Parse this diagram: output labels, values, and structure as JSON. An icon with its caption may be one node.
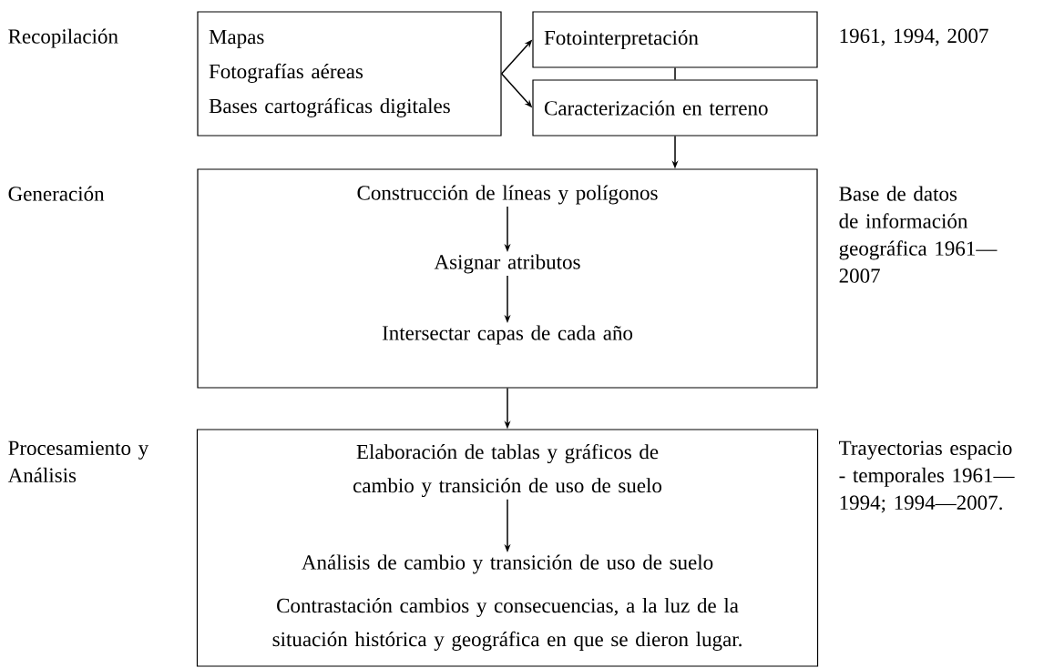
{
  "diagram": {
    "nodes": [
      {
        "text": [
          "Mapas",
          "Fotografías aéreas",
          "Bases cartográficas digitales"
        ]
      },
      {
        "text": [
          "Fotointerpretación"
        ]
      },
      {
        "text": [
          "Caracterización en terreno"
        ]
      },
      {
        "text": [],
        "shape": "box"
      },
      {
        "text": [
          "Construcción de líneas y polígonos"
        ],
        "in": 3
      },
      {
        "text": [
          "Asignar atributos"
        ],
        "in": 3
      },
      {
        "text": [
          "Intersectar capas de cada año"
        ],
        "in": 3
      },
      {
        "text": [],
        "shape": "box"
      },
      {
        "text": [
          "Elaboración de tablas y gráficos de cambio y transición de uso de suelo"
        ],
        "in": 7
      },
      {
        "text": [
          "Análisis de cambio y transición de uso de suelo"
        ],
        "in": 7
      },
      {
        "text": [
          "Contrastación cambios y consecuencias, a la luz de la situación histórica y geográfica en que se dieron lugar."
        ],
        "in": 7
      }
    ],
    "edges": [
      {
        "from": 0,
        "to": 1,
        "arrow": "to"
      },
      {
        "from": 0,
        "to": 2,
        "arrow": "to"
      },
      {
        "from": 1,
        "to": 2,
        "arrow": "none"
      },
      {
        "from": 2,
        "to": 3,
        "arrow": "to"
      },
      {
        "from": 4,
        "to": 5,
        "arrow": "to"
      },
      {
        "from": 5,
        "to": 6,
        "arrow": "to"
      },
      {
        "from": 3,
        "to": 7,
        "arrow": "to"
      },
      {
        "from": 8,
        "to": 9,
        "arrow": "to"
      }
    ],
    "labels": [
      "Recopilación",
      "1961, 1994, 2007",
      "Generación",
      "Base de datos de información geográfica 1961—2007",
      "Procesamiento y Análisis",
      "Trayectorias espacio - temporales 1961—1994; 1994—2007."
    ]
  }
}
